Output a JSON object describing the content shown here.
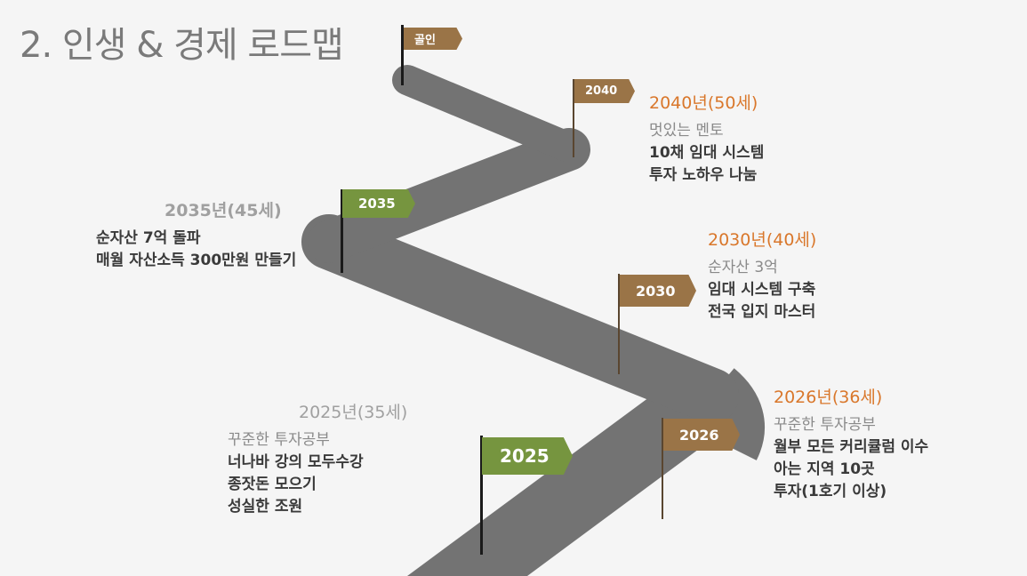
{
  "title": "2. 인생 & 경제 로드맵",
  "colors": {
    "road": "#737373",
    "flag_brown": "#9a7447",
    "flag_green": "#76953f",
    "heading_orange": "#d9772b",
    "heading_gray": "#a0a0a0"
  },
  "flags": {
    "goal": "골인",
    "f2040": "2040",
    "f2035": "2035",
    "f2030": "2030",
    "f2026": "2026",
    "f2025": "2025"
  },
  "milestones": {
    "m2040": {
      "heading": "2040년(50세)",
      "lines": [
        "멋있는 멘토",
        "10채 임대 시스템",
        "투자 노하우 나눔"
      ]
    },
    "m2035": {
      "heading": "2035년(45세)",
      "lines": [
        "순자산 7억 돌파",
        "매월 자산소득 300만원 만들기"
      ]
    },
    "m2030": {
      "heading": "2030년(40세)",
      "lines": [
        "순자산 3억",
        "임대 시스템 구축",
        "전국 입지 마스터"
      ]
    },
    "m2026": {
      "heading": "2026년(36세)",
      "lines": [
        "꾸준한 투자공부",
        "월부 모든 커리큘럼 이수",
        "아는 지역 10곳",
        "투자(1호기 이상)"
      ]
    },
    "m2025": {
      "heading": "2025년(35세)",
      "lines": [
        "꾸준한 투자공부",
        "너나바 강의 모두수강",
        "종잣돈 모으기",
        "성실한 조원"
      ]
    }
  }
}
